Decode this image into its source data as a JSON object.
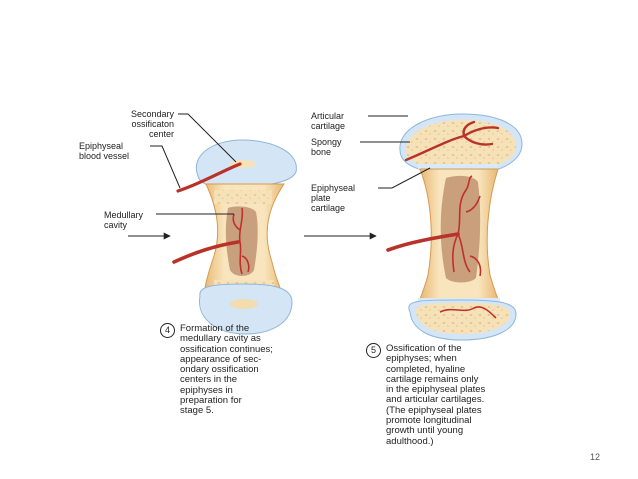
{
  "labels": {
    "secondary_ossification_center": "Secondary\nossificaton\ncenter",
    "epiphyseal_blood_vessel": "Epiphyseal\nblood vessel",
    "medullary_cavity": "Medullary\ncavity",
    "articular_cartilage": "Articular\ncartilage",
    "spongy_bone": "Spongy\nbone",
    "epiphyseal_plate_cartilage": "Epiphyseal\nplate\ncartilage"
  },
  "steps": [
    {
      "number": "4",
      "caption": "Formation of the\nmedullary cavity as\nossification continues;\nappearance of sec-\nondary ossification\ncenters in the\nepiphyses in\npreparation for\nstage 5."
    },
    {
      "number": "5",
      "caption": "Ossification of the\nepiphyses; when\ncompleted, hyaline\ncartilage remains only\nin the epiphyseal plates\nand articular cartilages.\n(The epiphyseal plates\npromote longitudinal\ngrowth until young\nadulthood.)"
    }
  ],
  "page_number": "12",
  "colors": {
    "cartilage": "#cfe3f5",
    "bone": "#f5dfb0",
    "bone_edge": "#e0a85a",
    "cavity": "#c79b76",
    "vessel": "#c0302b"
  }
}
